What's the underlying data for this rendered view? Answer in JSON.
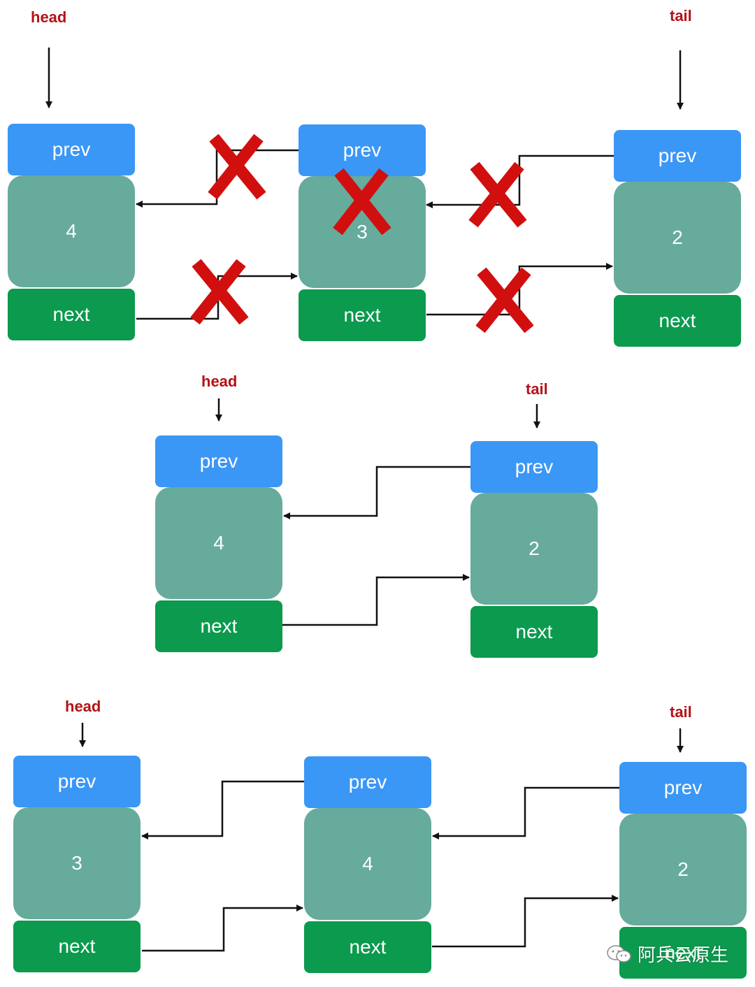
{
  "labels": {
    "head": "head",
    "tail": "tail",
    "prev": "prev",
    "next": "next"
  },
  "diagram1": {
    "nodes": [
      {
        "value": "4"
      },
      {
        "value": "3"
      },
      {
        "value": "2"
      }
    ]
  },
  "diagram2": {
    "nodes": [
      {
        "value": "4"
      },
      {
        "value": "2"
      }
    ]
  },
  "diagram3": {
    "nodes": [
      {
        "value": "3"
      },
      {
        "value": "4"
      },
      {
        "value": "2"
      }
    ]
  },
  "watermark": {
    "text": "阿兵云原生",
    "icon": "wechat-icon"
  },
  "colors": {
    "prev": "#3a97f6",
    "value": "#66ab9c",
    "next": "#0b9a4e",
    "pointer_label": "#b31217",
    "cross": "#d10f0f",
    "arrow": "#111111"
  }
}
